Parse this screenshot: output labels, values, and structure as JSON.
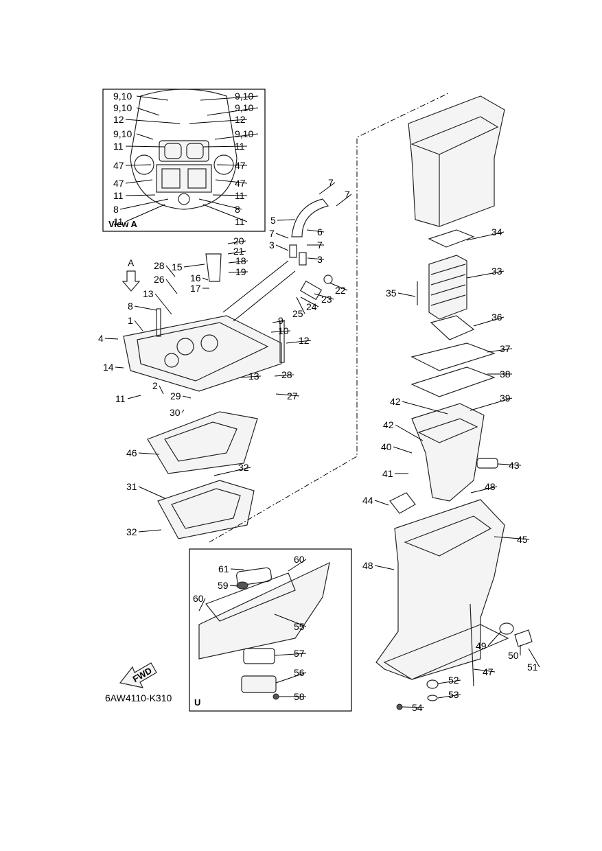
{
  "view_a": {
    "title": "View A",
    "labels_left": [
      "9,10",
      "9,10",
      "12",
      "9,10",
      "11",
      "47",
      "47",
      "11",
      "8",
      "11"
    ],
    "labels_right": [
      "9,10",
      "9,10",
      "12",
      "9,10",
      "11",
      "47",
      "47",
      "11",
      "8",
      "11"
    ]
  },
  "inset_u": {
    "title": "U"
  },
  "view_arrow": "A",
  "fwd_label": "FWD",
  "diagram_code": "6AW4110-K310",
  "callouts": {
    "c1": "1",
    "c2": "2",
    "c3a": "3",
    "c3b": "3",
    "c4": "4",
    "c5": "5",
    "c6": "6",
    "c7a": "7",
    "c7b": "7",
    "c7c": "7",
    "c7d": "7",
    "c8": "8",
    "c9": "9",
    "c10": "10",
    "c11": "11",
    "c12": "12",
    "c13a": "13",
    "c13b": "13",
    "c14": "14",
    "c15": "15",
    "c16": "16",
    "c17": "17",
    "c18": "18",
    "c19": "19",
    "c20": "20",
    "c21": "21",
    "c22": "22",
    "c23": "23",
    "c24": "24",
    "c25": "25",
    "c26": "26",
    "c27": "27",
    "c28a": "28",
    "c28b": "28",
    "c29": "29",
    "c30": "30",
    "c31": "31",
    "c32a": "32",
    "c32b": "32",
    "c33": "33",
    "c34": "34",
    "c35": "35",
    "c36": "36",
    "c37": "37",
    "c38": "38",
    "c39": "39",
    "c40": "40",
    "c41": "41",
    "c42a": "42",
    "c42b": "42",
    "c43": "43",
    "c44": "44",
    "c45": "45",
    "c46": "46",
    "c47": "47",
    "c48a": "48",
    "c48b": "48",
    "c49": "49",
    "c50": "50",
    "c51": "51",
    "c52": "52",
    "c53": "53",
    "c54": "54",
    "c55": "55",
    "c56": "56",
    "c57": "57",
    "c58": "58",
    "c59": "59",
    "c60a": "60",
    "c60b": "60",
    "c61": "61"
  }
}
